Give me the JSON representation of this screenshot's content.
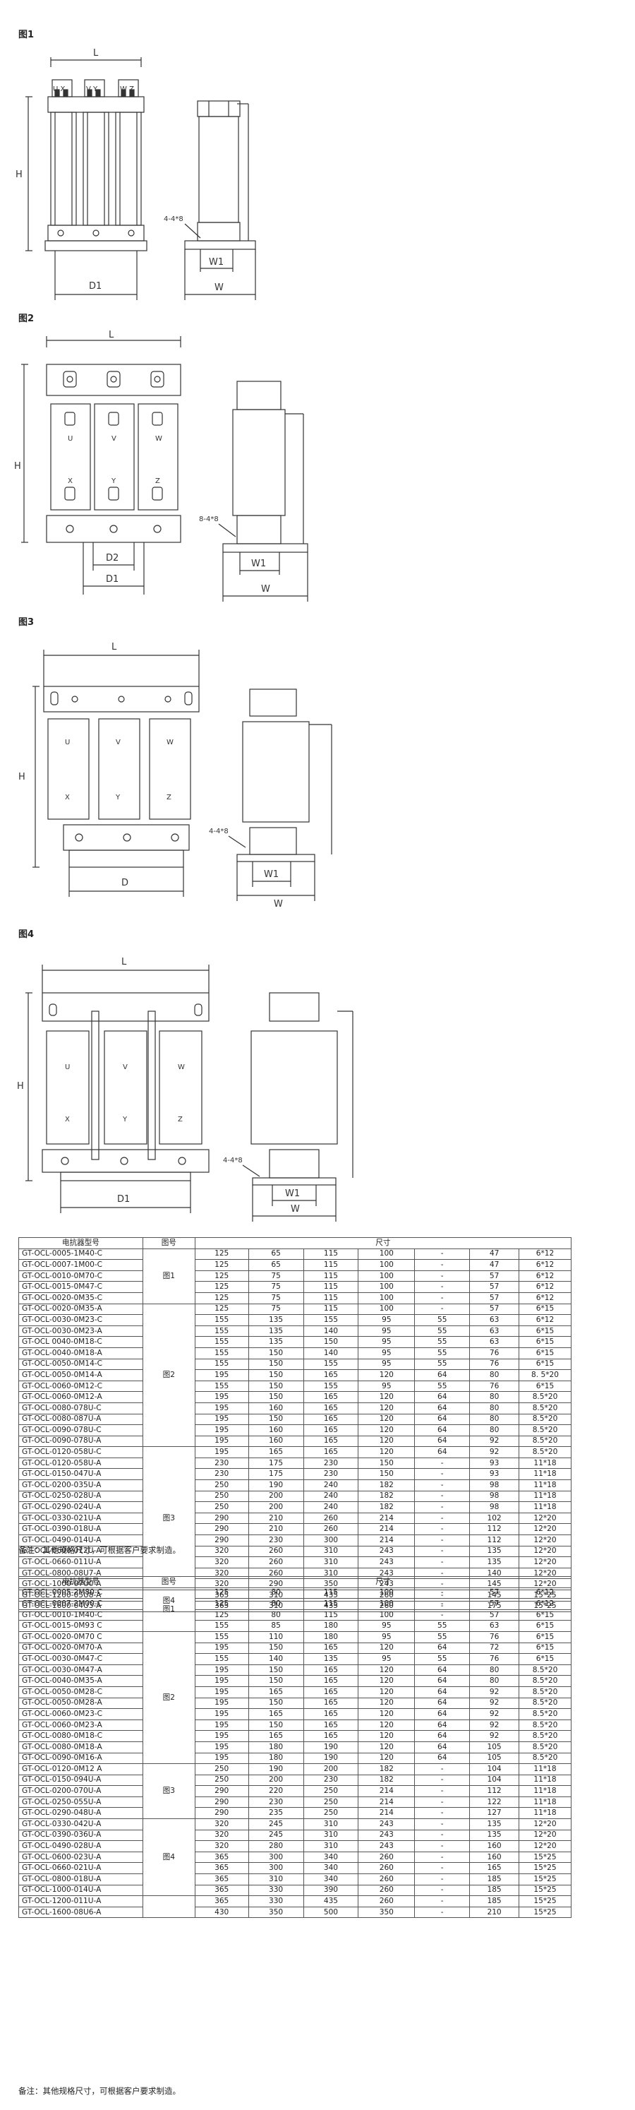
{
  "figures": {
    "fig1": {
      "title": "图1",
      "dims": {
        "L": "L",
        "H": "H",
        "D1": "D1",
        "W1": "W1",
        "W": "W",
        "hole": "4-4*8"
      },
      "terminals": [
        "U X",
        "V Y",
        "W Z"
      ]
    },
    "fig2": {
      "title": "图2",
      "dims": {
        "L": "L",
        "H": "H",
        "D1": "D1",
        "D2": "D2",
        "W1": "W1",
        "W": "W",
        "hole": "8-4*8"
      },
      "top_labels": [
        "U",
        "V",
        "W"
      ],
      "bottom_labels": [
        "X",
        "Y",
        "Z"
      ]
    },
    "fig3": {
      "title": "图3",
      "dims": {
        "L": "L",
        "H": "H",
        "D": "D",
        "W1": "W1",
        "W": "W",
        "hole": "4-4*8"
      },
      "top_labels": [
        "U",
        "V",
        "W"
      ],
      "bottom_labels": [
        "X",
        "Y",
        "Z"
      ]
    },
    "fig4": {
      "title": "图4",
      "dims": {
        "L": "L",
        "H": "H",
        "D1": "D1",
        "W1": "W1",
        "W": "W",
        "hole": "4-4*8"
      },
      "top_labels": [
        "U",
        "V",
        "W"
      ],
      "bottom_labels": [
        "X",
        "Y",
        "Z"
      ]
    }
  },
  "table1": {
    "headers": {
      "model": "电抗器型号",
      "figure": "图号",
      "size": "尺寸"
    },
    "groups": [
      {
        "figure": "图1",
        "rows": [
          [
            "GT-OCL-0005-1M40-C",
            "125",
            "65",
            "115",
            "100",
            "-",
            "47",
            "6*12"
          ],
          [
            "GT-OCL-0007-1M00-C",
            "125",
            "65",
            "115",
            "100",
            "-",
            "47",
            "6*12"
          ],
          [
            "GT-OCL-0010-0M70-C",
            "125",
            "75",
            "115",
            "100",
            "-",
            "57",
            "6*12"
          ],
          [
            "GT-OCL-0015-0M47-C",
            "125",
            "75",
            "115",
            "100",
            "-",
            "57",
            "6*12"
          ],
          [
            "GT-OCL-0020-0M35-C",
            "125",
            "75",
            "115",
            "100",
            "-",
            "57",
            "6*12"
          ]
        ]
      },
      {
        "figure": "图2",
        "rows": [
          [
            "GT-OCL-0020-0M35-A",
            "125",
            "75",
            "115",
            "100",
            "-",
            "57",
            "6*15"
          ],
          [
            "GT-OCL-0030-0M23-C",
            "155",
            "135",
            "155",
            "95",
            "55",
            "63",
            "6*12"
          ],
          [
            "GT-OCL-0030-0M23-A",
            "155",
            "135",
            "140",
            "95",
            "55",
            "63",
            "6*15"
          ],
          [
            "GT-OCL 0040-0M18-C",
            "155",
            "135",
            "150",
            "95",
            "55",
            "63",
            "6*15"
          ],
          [
            "GT-OCL-0040-0M18-A",
            "155",
            "150",
            "140",
            "95",
            "55",
            "76",
            "6*15"
          ],
          [
            "GT-OCL-0050-0M14-C",
            "155",
            "150",
            "155",
            "95",
            "55",
            "76",
            "6*15"
          ],
          [
            "GT-OCL-0050-0M14-A",
            "195",
            "150",
            "165",
            "120",
            "64",
            "80",
            "8. 5*20"
          ],
          [
            "GT-OCL-0060-0M12-C",
            "155",
            "150",
            "155",
            "95",
            "55",
            "76",
            "6*15"
          ],
          [
            "GT-OCL-0060-0M12-A",
            "195",
            "150",
            "165",
            "120",
            "64",
            "80",
            "8.5*20"
          ],
          [
            "GT-OCL-0080-078U-C",
            "195",
            "160",
            "165",
            "120",
            "64",
            "80",
            "8.5*20"
          ],
          [
            "GT-OCL-0080-087U-A",
            "195",
            "150",
            "165",
            "120",
            "64",
            "80",
            "8.5*20"
          ],
          [
            "GT-OCL-0090-078U-C",
            "195",
            "160",
            "165",
            "120",
            "64",
            "80",
            "8.5*20"
          ],
          [
            "GT-OCL-0090-078U-A",
            "195",
            "160",
            "165",
            "120",
            "64",
            "92",
            "8.5*20"
          ]
        ]
      },
      {
        "figure": "图3",
        "rows": [
          [
            "GT-OCL-0120-058U-C",
            "195",
            "165",
            "165",
            "120",
            "64",
            "92",
            "8.5*20"
          ],
          [
            "GT-OCL-0120-058U-A",
            "230",
            "175",
            "230",
            "150",
            "-",
            "93",
            "11*18"
          ],
          [
            "GT-OCL-0150-047U-A",
            "230",
            "175",
            "230",
            "150",
            "-",
            "93",
            "11*18"
          ],
          [
            "GT-OCL-0200-035U-A",
            "250",
            "190",
            "240",
            "182",
            "-",
            "98",
            "11*18"
          ],
          [
            "GT-OCL-0250-028U-A",
            "250",
            "200",
            "240",
            "182",
            "-",
            "98",
            "11*18"
          ],
          [
            "GT-OCL-0290-024U-A",
            "250",
            "200",
            "240",
            "182",
            "-",
            "98",
            "11*18"
          ],
          [
            "GT-OCL-0330-021U-A",
            "290",
            "210",
            "260",
            "214",
            "-",
            "102",
            "12*20"
          ],
          [
            "GT-OCL-0390-018U-A",
            "290",
            "210",
            "260",
            "214",
            "-",
            "112",
            "12*20"
          ],
          [
            "GT-OCL-0490-014U-A",
            "290",
            "230",
            "300",
            "214",
            "-",
            "112",
            "12*20"
          ],
          [
            "GT-OCL-0600-012U-A",
            "320",
            "260",
            "310",
            "243",
            "-",
            "135",
            "12*20"
          ],
          [
            "GT-OCL-0660-011U-A",
            "320",
            "260",
            "310",
            "243",
            "-",
            "135",
            "12*20"
          ],
          [
            "GT-OCL-0800-08U7-A",
            "320",
            "260",
            "310",
            "243",
            "-",
            "140",
            "12*20"
          ],
          [
            "GT-OCL-1000-07U0-A",
            "320",
            "290",
            "350",
            "243",
            "-",
            "145",
            "12*20"
          ]
        ]
      },
      {
        "figure": "图4",
        "rows": [
          [
            "GT-OCL-1200-05U8-A",
            "365",
            "310",
            "435",
            "260",
            "-",
            "145",
            "15*25"
          ],
          [
            "GT-OCL-1600-04U3-A",
            "365",
            "310",
            "435",
            "260",
            "-",
            "175",
            "15*25"
          ]
        ]
      }
    ]
  },
  "note1": "备注：其他规格尺寸，可根据客户要求制造。",
  "table2": {
    "headers": {
      "model": "电抗器型号",
      "figure": "图号",
      "size": "尺寸"
    },
    "groups": [
      {
        "figure": "图1",
        "rows": [
          [
            "GT-OCL-0005-2M80-C",
            "125",
            "80",
            "115",
            "100",
            "-",
            "57",
            "6*12"
          ],
          [
            "GT-OCL-0007-2M00-C",
            "125",
            "80",
            "115",
            "100",
            "-",
            "57",
            "6*12"
          ],
          [
            "GT-OCL-0010-1M40-C",
            "125",
            "80",
            "115",
            "100",
            "-",
            "57",
            "6*15"
          ],
          [
            "GT-OCL-0015-0M93 C",
            "155",
            "85",
            "180",
            "95",
            "55",
            "63",
            "6*15"
          ]
        ]
      },
      {
        "figure": "图2",
        "rows": [
          [
            "GT-OCL-0020-0M70 C",
            "155",
            "110",
            "180",
            "95",
            "55",
            "76",
            "6*15"
          ],
          [
            "GT-OCL-0020-0M70-A",
            "195",
            "150",
            "165",
            "120",
            "64",
            "72",
            "6*15"
          ],
          [
            "GT-OCL-0030-0M47-C",
            "155",
            "140",
            "135",
            "95",
            "55",
            "76",
            "6*15"
          ],
          [
            "GT-OCL-0030-0M47-A",
            "195",
            "150",
            "165",
            "120",
            "64",
            "80",
            "8.5*20"
          ],
          [
            "GT-OCL-0040-0M35-A",
            "195",
            "150",
            "165",
            "120",
            "64",
            "80",
            "8.5*20"
          ],
          [
            "GT-OCL-0050-0M28-C",
            "195",
            "165",
            "165",
            "120",
            "64",
            "92",
            "8.5*20"
          ],
          [
            "GT-OCL-0050-0M28-A",
            "195",
            "150",
            "165",
            "120",
            "64",
            "92",
            "8.5*20"
          ],
          [
            "GT-OCL-0060-0M23-C",
            "195",
            "165",
            "165",
            "120",
            "64",
            "92",
            "8.5*20"
          ],
          [
            "GT-OCL-0060-0M23-A",
            "195",
            "150",
            "165",
            "120",
            "64",
            "92",
            "8.5*20"
          ],
          [
            "GT-OCL-0080-0M18-C",
            "195",
            "165",
            "165",
            "120",
            "64",
            "92",
            "8.5*20"
          ],
          [
            "GT-OCL-0080-0M18-A",
            "195",
            "180",
            "190",
            "120",
            "64",
            "105",
            "8.5*20"
          ],
          [
            "GT-OCL-0090-0M16-A",
            "195",
            "180",
            "190",
            "120",
            "64",
            "105",
            "8.5*20"
          ]
        ]
      },
      {
        "figure": "图3",
        "rows": [
          [
            "GT-OCL-0120-0M12 A",
            "250",
            "190",
            "200",
            "182",
            "-",
            "104",
            "11*18"
          ],
          [
            "GT-OCL-0150-094U-A",
            "250",
            "200",
            "230",
            "182",
            "-",
            "104",
            "11*18"
          ],
          [
            "GT-OCL-0200-070U-A",
            "290",
            "220",
            "250",
            "214",
            "-",
            "112",
            "11*18"
          ],
          [
            "GT-OCL-0250-055U-A",
            "290",
            "230",
            "250",
            "214",
            "-",
            "122",
            "11*18"
          ],
          [
            "GT-OCL-0290-048U-A",
            "290",
            "235",
            "250",
            "214",
            "-",
            "127",
            "11*18"
          ]
        ]
      },
      {
        "figure": "图4",
        "rows": [
          [
            "GT-OCL-0330-042U-A",
            "320",
            "245",
            "310",
            "243",
            "-",
            "135",
            "12*20"
          ],
          [
            "GT-OCL-0390-036U-A",
            "320",
            "245",
            "310",
            "243",
            "-",
            "135",
            "12*20"
          ],
          [
            "GT-OCL-0490-028U-A",
            "320",
            "280",
            "310",
            "243",
            "-",
            "160",
            "12*20"
          ],
          [
            "GT-OCL-0600-023U-A",
            "365",
            "300",
            "340",
            "260",
            "-",
            "160",
            "15*25"
          ],
          [
            "GT-OCL-0660-021U-A",
            "365",
            "300",
            "340",
            "260",
            "-",
            "165",
            "15*25"
          ],
          [
            "GT-OCL-0800-018U-A",
            "365",
            "310",
            "340",
            "260",
            "-",
            "185",
            "15*25"
          ],
          [
            "GT-OCL-1000-014U-A",
            "365",
            "330",
            "390",
            "260",
            "-",
            "185",
            "15*25"
          ]
        ]
      },
      {
        "figure": "",
        "rows": [
          [
            "GT-OCL-1200-011U-A",
            "365",
            "330",
            "435",
            "260",
            "-",
            "185",
            "15*25"
          ],
          [
            "GT-OCL-1600-08U6-A",
            "430",
            "350",
            "500",
            "350",
            "-",
            "210",
            "15*25"
          ]
        ]
      }
    ]
  },
  "note2": "备注：其他规格尺寸，可根据客户要求制造。"
}
